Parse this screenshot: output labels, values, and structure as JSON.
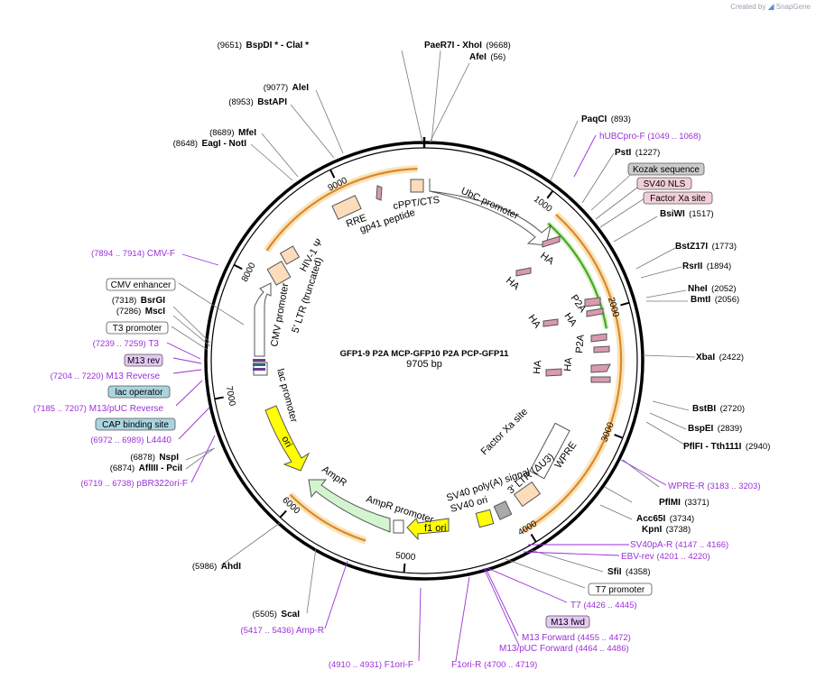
{
  "branding": {
    "prefix": "Created by",
    "name": "SnapGene"
  },
  "plasmid": {
    "name": "GFP1-9 P2A MCP-GFP10 P2A PCP-GFP11",
    "length": "9705 bp"
  },
  "colors": {
    "primer": "#9b30d8",
    "orange_arc": "#d9892a",
    "orange_glow": "#fbe3b9",
    "green_arc": "#44a81f",
    "yellow_feature": "#ffff00",
    "light_green": "#d2f5cf",
    "peach": "#fddcbc",
    "pink_ha": "#d99aae",
    "pink_label_bg": "#f2cfd8",
    "teal_label_bg": "#a9d4e0",
    "gray_label_bg": "#cccccc",
    "purple_label_bg": "#e6c8f5"
  },
  "ruler_ticks": [
    "1000",
    "2000",
    "3000",
    "4000",
    "5000",
    "6000",
    "7000",
    "8000",
    "9000"
  ],
  "restriction_sites": [
    {
      "name": "BspDI *  -  ClaI *",
      "pos": "(9651)"
    },
    {
      "name": "PaeR7I   -  XhoI",
      "pos": "(9668)"
    },
    {
      "name": "AfeI",
      "pos": "(56)"
    },
    {
      "name": "AleI",
      "pos": "(9077)"
    },
    {
      "name": "BstAPI",
      "pos": "(8953)"
    },
    {
      "name": "MfeI",
      "pos": "(8689)"
    },
    {
      "name": "EagI  -  NotI",
      "pos": "(8648)"
    },
    {
      "name": "PaqCI",
      "pos": "(893)"
    },
    {
      "name": "PstI",
      "pos": "(1227)"
    },
    {
      "name": "BsiWI",
      "pos": "(1517)"
    },
    {
      "name": "BstZ17I",
      "pos": "(1773)"
    },
    {
      "name": "RsrII",
      "pos": "(1894)"
    },
    {
      "name": "NheI",
      "pos": "(2052)"
    },
    {
      "name": "BmtI",
      "pos": "(2056)"
    },
    {
      "name": "XbaI",
      "pos": "(2422)"
    },
    {
      "name": "BstBI",
      "pos": "(2720)"
    },
    {
      "name": "BspEI",
      "pos": "(2839)"
    },
    {
      "name": "PflFI  -  Tth111I",
      "pos": "(2940)"
    },
    {
      "name": "PflMI",
      "pos": "(3371)"
    },
    {
      "name": "Acc65I",
      "pos": "(3734)"
    },
    {
      "name": "KpnI",
      "pos": "(3738)"
    },
    {
      "name": "SfiI",
      "pos": "(4358)"
    },
    {
      "name": "BsrGI",
      "pos": "(7318)"
    },
    {
      "name": "MscI",
      "pos": "(7286)"
    },
    {
      "name": "NspI",
      "pos": "(6878)"
    },
    {
      "name": "AflIII  -  PciI",
      "pos": "(6874)"
    },
    {
      "name": "AhdI",
      "pos": "(5986)"
    },
    {
      "name": "ScaI",
      "pos": "(5505)"
    }
  ],
  "primers": [
    {
      "name": "hUBCpro-F",
      "pos": "(1049 .. 1068)"
    },
    {
      "name": "WPRE-R",
      "pos": "(3183 .. 3203)"
    },
    {
      "name": "SV40pA-R",
      "pos": "(4147 .. 4166)"
    },
    {
      "name": "EBV-rev",
      "pos": "(4201 .. 4220)"
    },
    {
      "name": "T7",
      "pos": "(4426 .. 4445)"
    },
    {
      "name": "M13 Forward",
      "pos": "(4455 .. 4472)"
    },
    {
      "name": "M13/pUC Forward",
      "pos": "(4464 .. 4486)"
    },
    {
      "name": "F1ori-R",
      "pos": "(4700 .. 4719)"
    },
    {
      "name": "F1ori-F",
      "pos": "(4910 .. 4931)"
    },
    {
      "name": "Amp-R",
      "pos": "(5417 .. 5436)"
    },
    {
      "name": "pBR322ori-F",
      "pos": "(6719 .. 6738)"
    },
    {
      "name": "L4440",
      "pos": "(6972 .. 6989)"
    },
    {
      "name": "M13/pUC Reverse",
      "pos": "(7185 .. 7207)"
    },
    {
      "name": "M13 Reverse",
      "pos": "(7204 .. 7220)"
    },
    {
      "name": "T3",
      "pos": "(7239 .. 7259)"
    },
    {
      "name": "CMV-F",
      "pos": "(7894 .. 7914)"
    }
  ],
  "label_boxes": [
    {
      "text": "Kozak sequence"
    },
    {
      "text": "SV40 NLS"
    },
    {
      "text": "Factor Xa site"
    },
    {
      "text": "T7 promoter"
    },
    {
      "text": "M13 fwd"
    },
    {
      "text": "CMV enhancer"
    },
    {
      "text": "T3 promoter"
    },
    {
      "text": "M13 rev"
    },
    {
      "text": "lac operator"
    },
    {
      "text": "CAP binding site"
    }
  ],
  "internal_labels": {
    "ubc": "UbC promoter",
    "ha": "HA",
    "p2a": "P2A",
    "factor_xa": "Factor Xa site",
    "wpre": "WPRE",
    "ltr3": "3' LTR (ΔU3)",
    "sv40_polya": "SV40 poly(A) signal",
    "sv40_ori": "SV40 ori",
    "f1_ori": "f1 ori",
    "ampr_promoter": "AmpR promoter",
    "ampr": "AmpR",
    "ori": "ori",
    "lac_promoter": "lac promoter",
    "cmv_promoter": "CMV promoter",
    "ltr5": "5' LTR (truncated)",
    "hiv": "HIV-1 Ψ",
    "rre": "RRE",
    "gp41": "gp41 peptide",
    "cppt": "cPPT/CTS"
  }
}
